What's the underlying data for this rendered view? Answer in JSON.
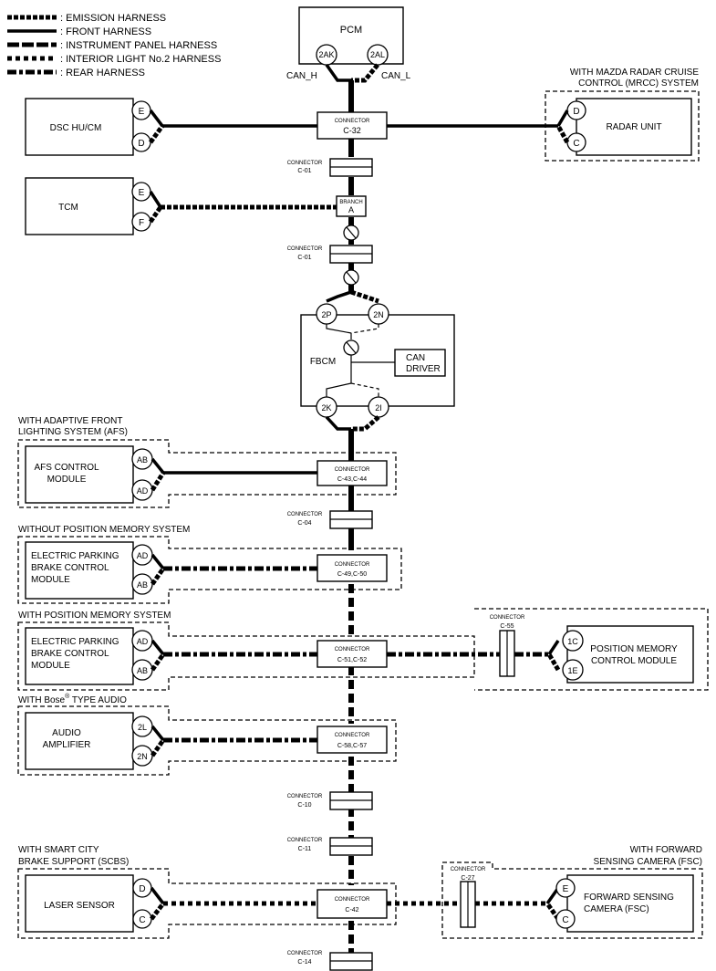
{
  "legend": {
    "emission": ": EMISSION HARNESS",
    "front": ": FRONT HARNESS",
    "panel": ": INSTRUMENT PANEL HARNESS",
    "interior": ": INTERIOR LIGHT No.2 HARNESS",
    "rear": ": REAR HARNESS"
  },
  "pcm": {
    "name": "PCM",
    "pin_h": "2AK",
    "pin_l": "2AL",
    "can_h": "CAN_H",
    "can_l": "CAN_L"
  },
  "connector_word": "CONNECTOR",
  "c32": "C-32",
  "c01": "C-01",
  "branch": {
    "word": "BRANCH",
    "id": "A"
  },
  "dsc": {
    "name": "DSC HU/CM",
    "pin_top": "E",
    "pin_bot": "D"
  },
  "radar": {
    "option_line1": "WITH MAZDA RADAR CRUISE",
    "option_line2": "CONTROL (MRCC) SYSTEM",
    "name": "RADAR UNIT",
    "pin_top": "D",
    "pin_bot": "C"
  },
  "tcm": {
    "name": "TCM",
    "pin_top": "E",
    "pin_bot": "F"
  },
  "fbcm": {
    "name": "FBCM",
    "pin_2p": "2P",
    "pin_2n": "2N",
    "pin_2k": "2K",
    "pin_2i": "2I",
    "can_driver_1": "CAN",
    "can_driver_2": "DRIVER"
  },
  "afs": {
    "option_line1": "WITH ADAPTIVE FRONT",
    "option_line2": "LIGHTING SYSTEM (AFS)",
    "name_1": "AFS CONTROL",
    "name_2": "MODULE",
    "pin_top": "AB",
    "pin_bot": "AD",
    "connector": "C-43,C-44"
  },
  "c04": "C-04",
  "epb1": {
    "option": "WITHOUT POSITION MEMORY SYSTEM",
    "name_1": "ELECTRIC PARKING",
    "name_2": "BRAKE CONTROL",
    "name_3": "MODULE",
    "pin_top": "AD",
    "pin_bot": "AB",
    "connector": "C-49,C-50"
  },
  "epb2": {
    "option": "WITH POSITION MEMORY SYSTEM",
    "name_1": "ELECTRIC PARKING",
    "name_2": "BRAKE CONTROL",
    "name_3": "MODULE",
    "pin_top": "AD",
    "pin_bot": "AB",
    "connector": "C-51,C-52"
  },
  "posmem": {
    "connector": "C-55",
    "name_1": "POSITION MEMORY",
    "name_2": "CONTROL MODULE",
    "pin_top": "1C",
    "pin_bot": "1E"
  },
  "audio": {
    "option_pre": "WITH Bose",
    "option_sup": "®",
    "option_post": " TYPE AUDIO",
    "name_1": "AUDIO",
    "name_2": "AMPLIFIER",
    "pin_top": "2L",
    "pin_bot": "2N",
    "connector": "C-58,C-57"
  },
  "c10": "C-10",
  "c11": "C-11",
  "scbs": {
    "option_line1": "WITH SMART CITY",
    "option_line2": "BRAKE SUPPORT (SCBS)",
    "name": "LASER SENSOR",
    "pin_top": "D",
    "pin_bot": "C",
    "connector": "C-42"
  },
  "fsc": {
    "option_line1": "WITH FORWARD",
    "option_line2": "SENSING CAMERA (FSC)",
    "name_1": "FORWARD SENSING",
    "name_2": "CAMERA (FSC)",
    "pin_top": "E",
    "pin_bot": "C",
    "connector": "C-27"
  },
  "c14": "C-14"
}
